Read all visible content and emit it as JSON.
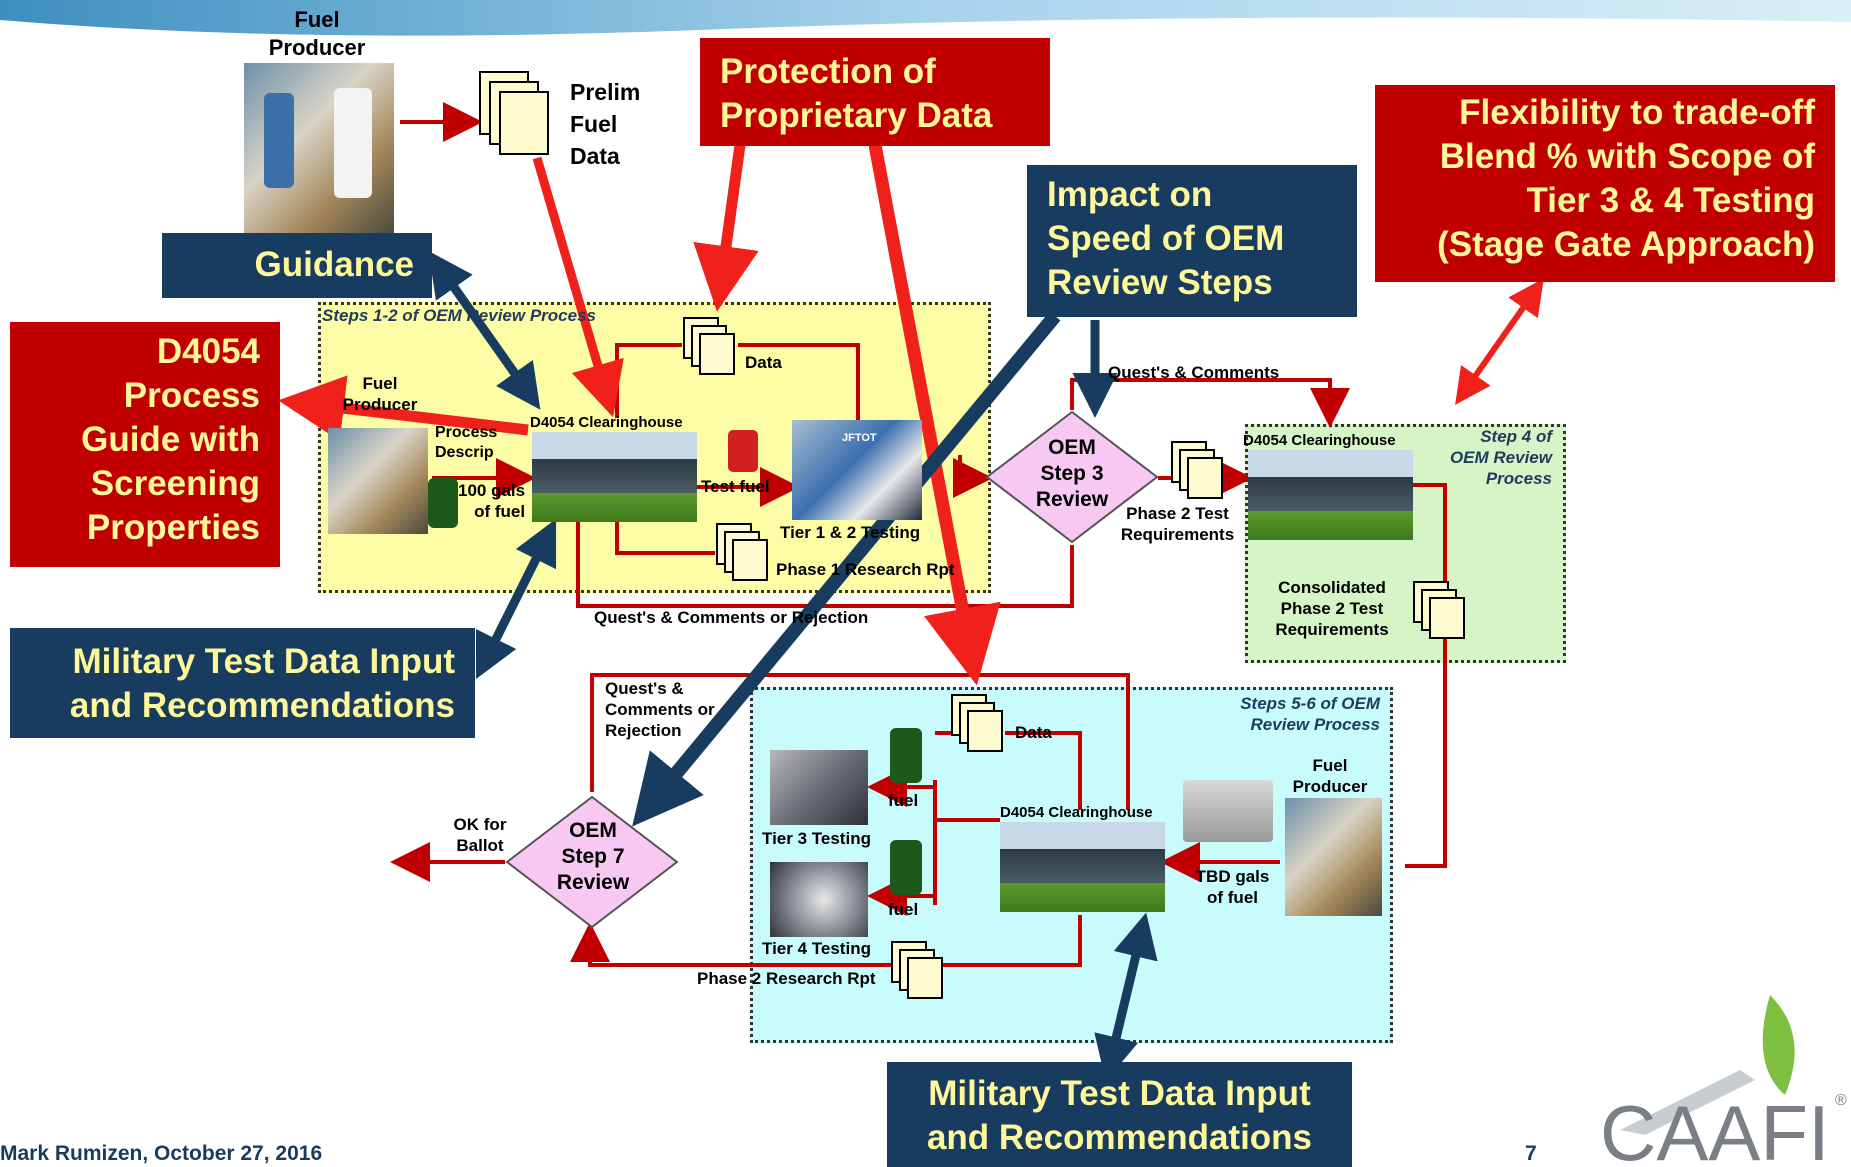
{
  "top_fuel_producer": "Fuel\nProducer",
  "prelim_fuel_data": "Prelim\nFuel\nData",
  "callouts": {
    "protection": "Protection of\nProprietary Data",
    "flexibility": "Flexibility to trade-off\nBlend % with Scope of\nTier 3 & 4 Testing\n(Stage Gate Approach)",
    "d4054_guide": "D4054\nProcess\nGuide with\nScreening\nProperties",
    "guidance": "Guidance",
    "impact_speed": "Impact on\nSpeed of OEM\nReview Steps",
    "military_left": "Military Test Data Input\nand Recommendations",
    "military_bottom": "Military Test Data Input\nand Recommendations"
  },
  "step12": {
    "title": "Steps 1-2 of OEM Review Process",
    "fuel_producer": "Fuel\nProducer",
    "process_desc": "Process\nDescrip",
    "gals": "100 gals\nof fuel",
    "clearinghouse": "D4054 Clearinghouse",
    "data": "Data",
    "test_fuel": "Test fuel",
    "jftot": "JFTOT",
    "tier12": "Tier 1 & 2 Testing",
    "phase1_rpt": "Phase 1 Research Rpt",
    "quests_rejection": "Quest's & Comments or Rejection"
  },
  "oem3": {
    "label": "OEM\nStep 3\nReview",
    "quests": "Quest's & Comments",
    "phase2_req": "Phase 2 Test\nRequirements"
  },
  "step4": {
    "title": "Step 4 of\nOEM Review\nProcess",
    "clearinghouse": "D4054 Clearinghouse",
    "consolidated": "Consolidated\nPhase 2 Test\nRequirements"
  },
  "step56": {
    "title": "Steps 5-6 of OEM\nReview Process",
    "quests_rejection": "Quest's &\nComments or\nRejection",
    "data": "Data",
    "fuel_a": "fuel",
    "fuel_b": "fuel",
    "tier3": "Tier 3 Testing",
    "tier4": "Tier 4 Testing",
    "clearinghouse": "D4054 Clearinghouse",
    "fuel_producer": "Fuel\nProducer",
    "tbd_gals": "TBD gals\nof fuel",
    "phase2_rpt": "Phase 2 Research Rpt"
  },
  "oem7": {
    "label": "OEM\nStep 7\nReview",
    "ok_ballot": "OK for\nBallot"
  },
  "footer": {
    "author": "Mark Rumizen, October 27, 2016",
    "page": "7",
    "logo": "CAAFI",
    "reg": "®"
  },
  "colors": {
    "callout_red": "#c00000",
    "callout_blue": "#173c5f",
    "callout_text": "#fff89a",
    "flow_red": "#c00000",
    "step12_bg": "#fdfda6",
    "step4_bg": "#d6f5c6",
    "step56_bg": "#c8fcfc",
    "diamond": "#f7c9f2"
  }
}
